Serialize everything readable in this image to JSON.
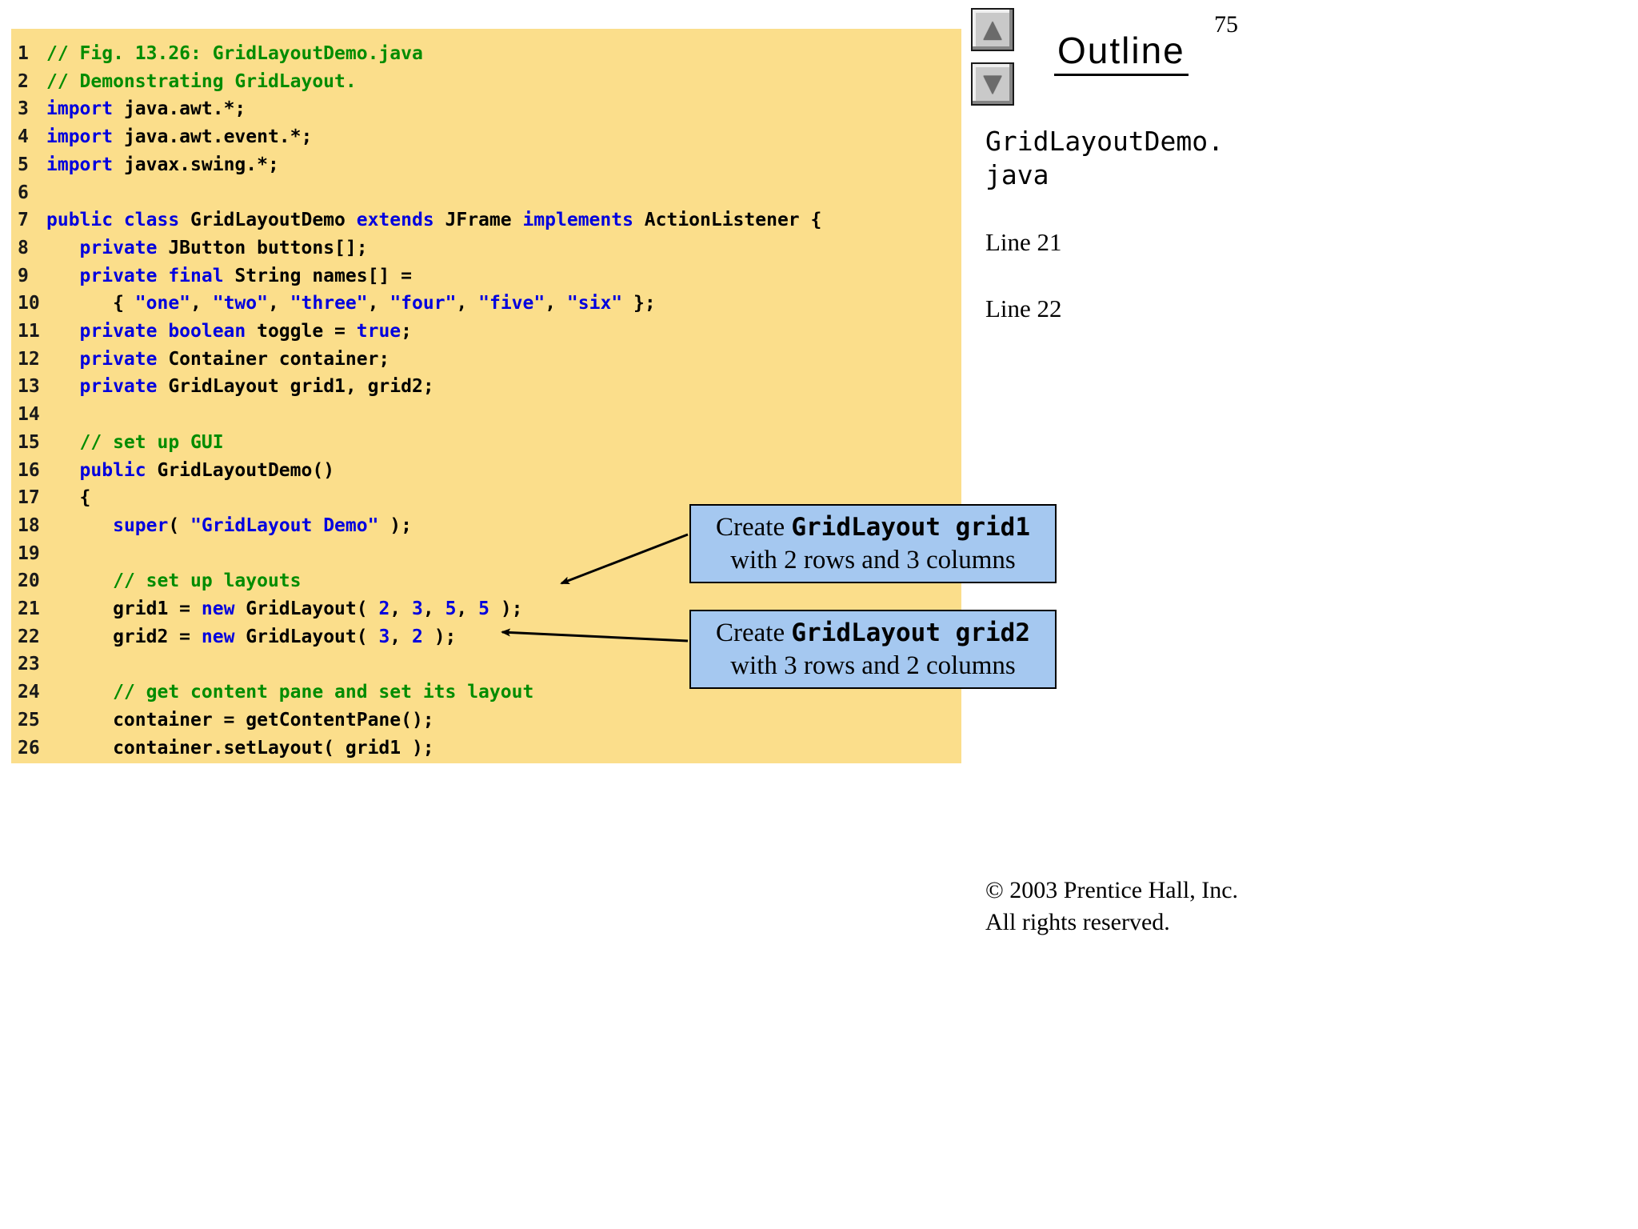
{
  "page": {
    "number": "75",
    "outline": {
      "title": "Outline"
    },
    "file_title": {
      "line1": "GridLayoutDemo.",
      "line2": "java"
    },
    "line_refs": [
      "Line 21",
      "Line 22"
    ],
    "copyright": {
      "line1": "© 2003 Prentice Hall, Inc.",
      "line2": "All rights reserved."
    }
  },
  "nav": {
    "up_icon": "▲",
    "down_icon": "▼"
  },
  "colors": {
    "panel_bg": "#FBDE8B",
    "keyword": "#0000DE",
    "string": "#0000DE",
    "number": "#0000DE",
    "comment": "#008C00",
    "callout_bg": "#A5C8F0"
  },
  "callouts": [
    {
      "prefix": "Create ",
      "code": "GridLayout grid1",
      "detail": "with 2 rows and 3 columns"
    },
    {
      "prefix": "Create ",
      "code": "GridLayout grid2",
      "detail": "with 3 rows and 2 columns"
    }
  ],
  "code": {
    "lines": [
      {
        "no": "1",
        "tokens": [
          {
            "t": "// Fig. 13.26: GridLayoutDemo.java",
            "c": "c"
          }
        ]
      },
      {
        "no": "2",
        "tokens": [
          {
            "t": "// Demonstrating GridLayout.",
            "c": "c"
          }
        ]
      },
      {
        "no": "3",
        "tokens": [
          {
            "t": "import",
            "c": "k"
          },
          {
            "t": " java.awt.*;",
            "c": "p"
          }
        ]
      },
      {
        "no": "4",
        "tokens": [
          {
            "t": "import",
            "c": "k"
          },
          {
            "t": " java.awt.event.*;",
            "c": "p"
          }
        ]
      },
      {
        "no": "5",
        "tokens": [
          {
            "t": "import",
            "c": "k"
          },
          {
            "t": " javax.swing.*;",
            "c": "p"
          }
        ]
      },
      {
        "no": "6",
        "tokens": []
      },
      {
        "no": "7",
        "tokens": [
          {
            "t": "public class",
            "c": "k"
          },
          {
            "t": " GridLayoutDemo ",
            "c": "p"
          },
          {
            "t": "extends",
            "c": "k"
          },
          {
            "t": " JFrame ",
            "c": "p"
          },
          {
            "t": "implements",
            "c": "k"
          },
          {
            "t": " ActionListener {",
            "c": "p"
          }
        ]
      },
      {
        "no": "8",
        "tokens": [
          {
            "t": "   ",
            "c": "p"
          },
          {
            "t": "private",
            "c": "k"
          },
          {
            "t": " JButton buttons[];",
            "c": "p"
          }
        ]
      },
      {
        "no": "9",
        "tokens": [
          {
            "t": "   ",
            "c": "p"
          },
          {
            "t": "private final",
            "c": "k"
          },
          {
            "t": " String names[] =",
            "c": "p"
          }
        ]
      },
      {
        "no": "10",
        "tokens": [
          {
            "t": "      { ",
            "c": "p"
          },
          {
            "t": "\"one\"",
            "c": "s"
          },
          {
            "t": ", ",
            "c": "p"
          },
          {
            "t": "\"two\"",
            "c": "s"
          },
          {
            "t": ", ",
            "c": "p"
          },
          {
            "t": "\"three\"",
            "c": "s"
          },
          {
            "t": ", ",
            "c": "p"
          },
          {
            "t": "\"four\"",
            "c": "s"
          },
          {
            "t": ", ",
            "c": "p"
          },
          {
            "t": "\"five\"",
            "c": "s"
          },
          {
            "t": ", ",
            "c": "p"
          },
          {
            "t": "\"six\"",
            "c": "s"
          },
          {
            "t": " };",
            "c": "p"
          }
        ]
      },
      {
        "no": "11",
        "tokens": [
          {
            "t": "   ",
            "c": "p"
          },
          {
            "t": "private boolean",
            "c": "k"
          },
          {
            "t": " toggle = ",
            "c": "p"
          },
          {
            "t": "true",
            "c": "k"
          },
          {
            "t": ";",
            "c": "p"
          }
        ]
      },
      {
        "no": "12",
        "tokens": [
          {
            "t": "   ",
            "c": "p"
          },
          {
            "t": "private",
            "c": "k"
          },
          {
            "t": " Container container;",
            "c": "p"
          }
        ]
      },
      {
        "no": "13",
        "tokens": [
          {
            "t": "   ",
            "c": "p"
          },
          {
            "t": "private",
            "c": "k"
          },
          {
            "t": " GridLayout grid1, grid2;",
            "c": "p"
          }
        ]
      },
      {
        "no": "14",
        "tokens": []
      },
      {
        "no": "15",
        "tokens": [
          {
            "t": "   ",
            "c": "p"
          },
          {
            "t": "// set up GUI",
            "c": "c"
          }
        ]
      },
      {
        "no": "16",
        "tokens": [
          {
            "t": "   ",
            "c": "p"
          },
          {
            "t": "public",
            "c": "k"
          },
          {
            "t": " GridLayoutDemo()",
            "c": "p"
          }
        ]
      },
      {
        "no": "17",
        "tokens": [
          {
            "t": "   {",
            "c": "p"
          }
        ]
      },
      {
        "no": "18",
        "tokens": [
          {
            "t": "      ",
            "c": "p"
          },
          {
            "t": "super",
            "c": "k"
          },
          {
            "t": "( ",
            "c": "p"
          },
          {
            "t": "\"GridLayout Demo\"",
            "c": "s"
          },
          {
            "t": " );",
            "c": "p"
          }
        ]
      },
      {
        "no": "19",
        "tokens": []
      },
      {
        "no": "20",
        "tokens": [
          {
            "t": "      ",
            "c": "p"
          },
          {
            "t": "// set up layouts",
            "c": "c"
          }
        ]
      },
      {
        "no": "21",
        "tokens": [
          {
            "t": "      grid1 = ",
            "c": "p"
          },
          {
            "t": "new",
            "c": "k"
          },
          {
            "t": " GridLayout( ",
            "c": "p"
          },
          {
            "t": "2",
            "c": "n"
          },
          {
            "t": ", ",
            "c": "p"
          },
          {
            "t": "3",
            "c": "n"
          },
          {
            "t": ", ",
            "c": "p"
          },
          {
            "t": "5",
            "c": "n"
          },
          {
            "t": ", ",
            "c": "p"
          },
          {
            "t": "5",
            "c": "n"
          },
          {
            "t": " );",
            "c": "p"
          }
        ]
      },
      {
        "no": "22",
        "tokens": [
          {
            "t": "      grid2 = ",
            "c": "p"
          },
          {
            "t": "new",
            "c": "k"
          },
          {
            "t": " GridLayout( ",
            "c": "p"
          },
          {
            "t": "3",
            "c": "n"
          },
          {
            "t": ", ",
            "c": "p"
          },
          {
            "t": "2",
            "c": "n"
          },
          {
            "t": " );",
            "c": "p"
          }
        ]
      },
      {
        "no": "23",
        "tokens": []
      },
      {
        "no": "24",
        "tokens": [
          {
            "t": "      ",
            "c": "p"
          },
          {
            "t": "// get content pane and set its layout",
            "c": "c"
          }
        ]
      },
      {
        "no": "25",
        "tokens": [
          {
            "t": "      container = getContentPane();",
            "c": "p"
          }
        ]
      },
      {
        "no": "26",
        "tokens": [
          {
            "t": "      container.setLayout( grid1 );",
            "c": "p"
          }
        ]
      }
    ]
  }
}
